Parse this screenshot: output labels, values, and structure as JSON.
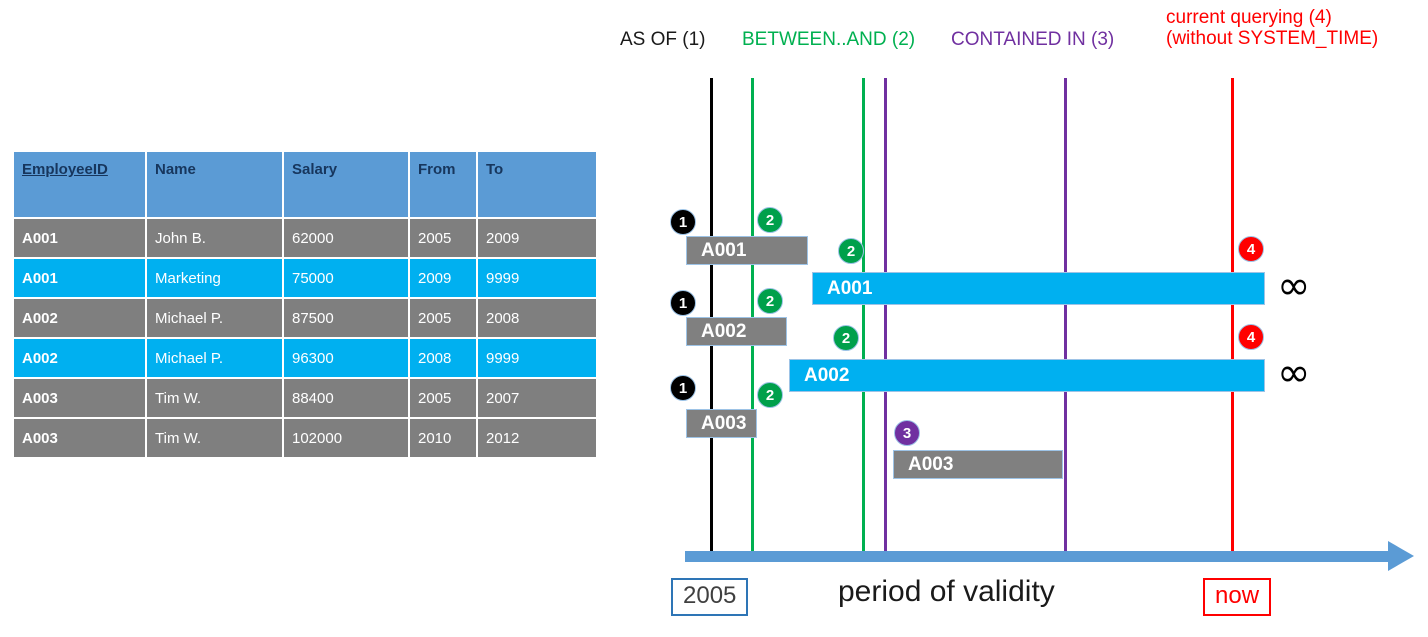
{
  "table": {
    "columns": [
      "EmployeeID",
      "Name",
      "Salary",
      "From",
      "To"
    ],
    "rows": [
      {
        "id": "A001",
        "name": "John  B.",
        "salary": "62000",
        "from": "2005",
        "to": "2009",
        "style": "gray"
      },
      {
        "id": "A001",
        "name": "Marketing",
        "salary": "75000",
        "from": "2009",
        "to": "9999",
        "style": "cyan"
      },
      {
        "id": "A002",
        "name": "Michael P.",
        "salary": "87500",
        "from": "2005",
        "to": "2008",
        "style": "gray"
      },
      {
        "id": "A002",
        "name": "Michael P.",
        "salary": "96300",
        "from": "2008",
        "to": "9999",
        "style": "cyan"
      },
      {
        "id": "A003",
        "name": "Tim W.",
        "salary": "88400",
        "from": "2005",
        "to": "2007",
        "style": "gray"
      },
      {
        "id": "A003",
        "name": "Tim W.",
        "salary": "102000",
        "from": "2010",
        "to": "2012",
        "style": "gray"
      }
    ]
  },
  "legend": {
    "as_of": "AS OF (1)",
    "between_and": "BETWEEN..AND (2)",
    "contained_in": "CONTAINED IN (3)",
    "current_line1": "current querying (4)",
    "current_line2": "(without SYSTEM_TIME)"
  },
  "diagram": {
    "bars": [
      {
        "label": "A001",
        "style": "gray"
      },
      {
        "label": "A001",
        "style": "cyan"
      },
      {
        "label": "A002",
        "style": "gray"
      },
      {
        "label": "A002",
        "style": "cyan"
      },
      {
        "label": "A003",
        "style": "gray"
      },
      {
        "label": "A003",
        "style": "gray"
      }
    ],
    "markers": [
      {
        "label": "1",
        "kind": "m1"
      },
      {
        "label": "2",
        "kind": "m2"
      },
      {
        "label": "2",
        "kind": "m2"
      },
      {
        "label": "4",
        "kind": "m4"
      },
      {
        "label": "1",
        "kind": "m1"
      },
      {
        "label": "2",
        "kind": "m2"
      },
      {
        "label": "2",
        "kind": "m2"
      },
      {
        "label": "4",
        "kind": "m4"
      },
      {
        "label": "1",
        "kind": "m1"
      },
      {
        "label": "2",
        "kind": "m2"
      },
      {
        "label": "3",
        "kind": "m3"
      }
    ],
    "infinity_symbol": "∞",
    "axis_start_label": "2005",
    "axis_end_label": "now",
    "axis_caption": "period of validity"
  },
  "colors": {
    "header_blue": "#5B9BD5",
    "row_gray": "#7F7F7F",
    "row_cyan": "#00B0F0",
    "green": "#00B050",
    "purple": "#7030A0",
    "red": "#FF0000",
    "axis_blue": "#5B9BD5"
  }
}
